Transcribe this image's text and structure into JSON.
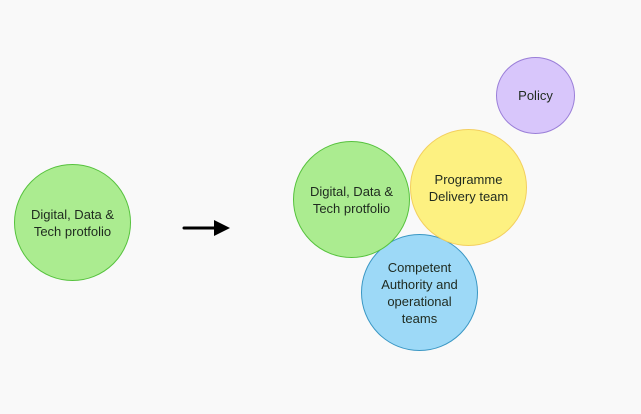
{
  "before": {
    "node": {
      "label": "Digital, Data & Tech protfolio",
      "fill": "#abec90",
      "stroke": "#56c23d"
    }
  },
  "transition": {
    "icon": "right-arrow-icon"
  },
  "after": {
    "nodes": [
      {
        "id": "ddat",
        "label": "Digital, Data & Tech protfolio",
        "fill": "#abec90",
        "stroke": "#56c23d"
      },
      {
        "id": "programme",
        "label": "Programme Delivery team",
        "fill": "#fdf181",
        "stroke": "#f3cf5e"
      },
      {
        "id": "competent",
        "label": "Competent Authority and operational teams",
        "fill": "#9dd9f7",
        "stroke": "#3a97c4"
      },
      {
        "id": "policy",
        "label": "Policy",
        "fill": "#d8c6fb",
        "stroke": "#9a7ed8"
      }
    ]
  }
}
